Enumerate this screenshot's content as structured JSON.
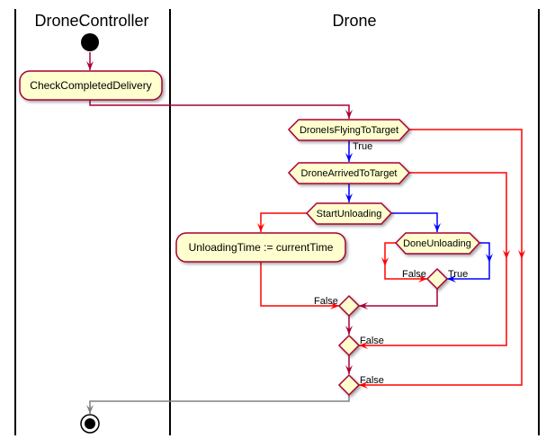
{
  "lanes": {
    "left": "DroneController",
    "right": "Drone"
  },
  "nodes": {
    "check_completed_delivery": "CheckCompletedDelivery",
    "drone_is_flying_to_target": "DroneIsFlyingToTarget",
    "drone_arrived_to_target": "DroneArrivedToTarget",
    "start_unloading": "StartUnloading",
    "unloading_time": "UnloadingTime := currentTime",
    "done_unloading": "DoneUnloading"
  },
  "edge_labels": {
    "flying_true": "True",
    "done_false": "False",
    "done_true": "True",
    "start_false": "False",
    "arrived_false": "False",
    "flying_false": "False"
  },
  "colors": {
    "node_fill": "#FEFECE",
    "node_border": "#A80036",
    "flow_default": "#A80036",
    "flow_true": "#0000FF",
    "flow_false": "#FF0000",
    "flow_exit": "#808080",
    "lane_divider": "#000000"
  }
}
